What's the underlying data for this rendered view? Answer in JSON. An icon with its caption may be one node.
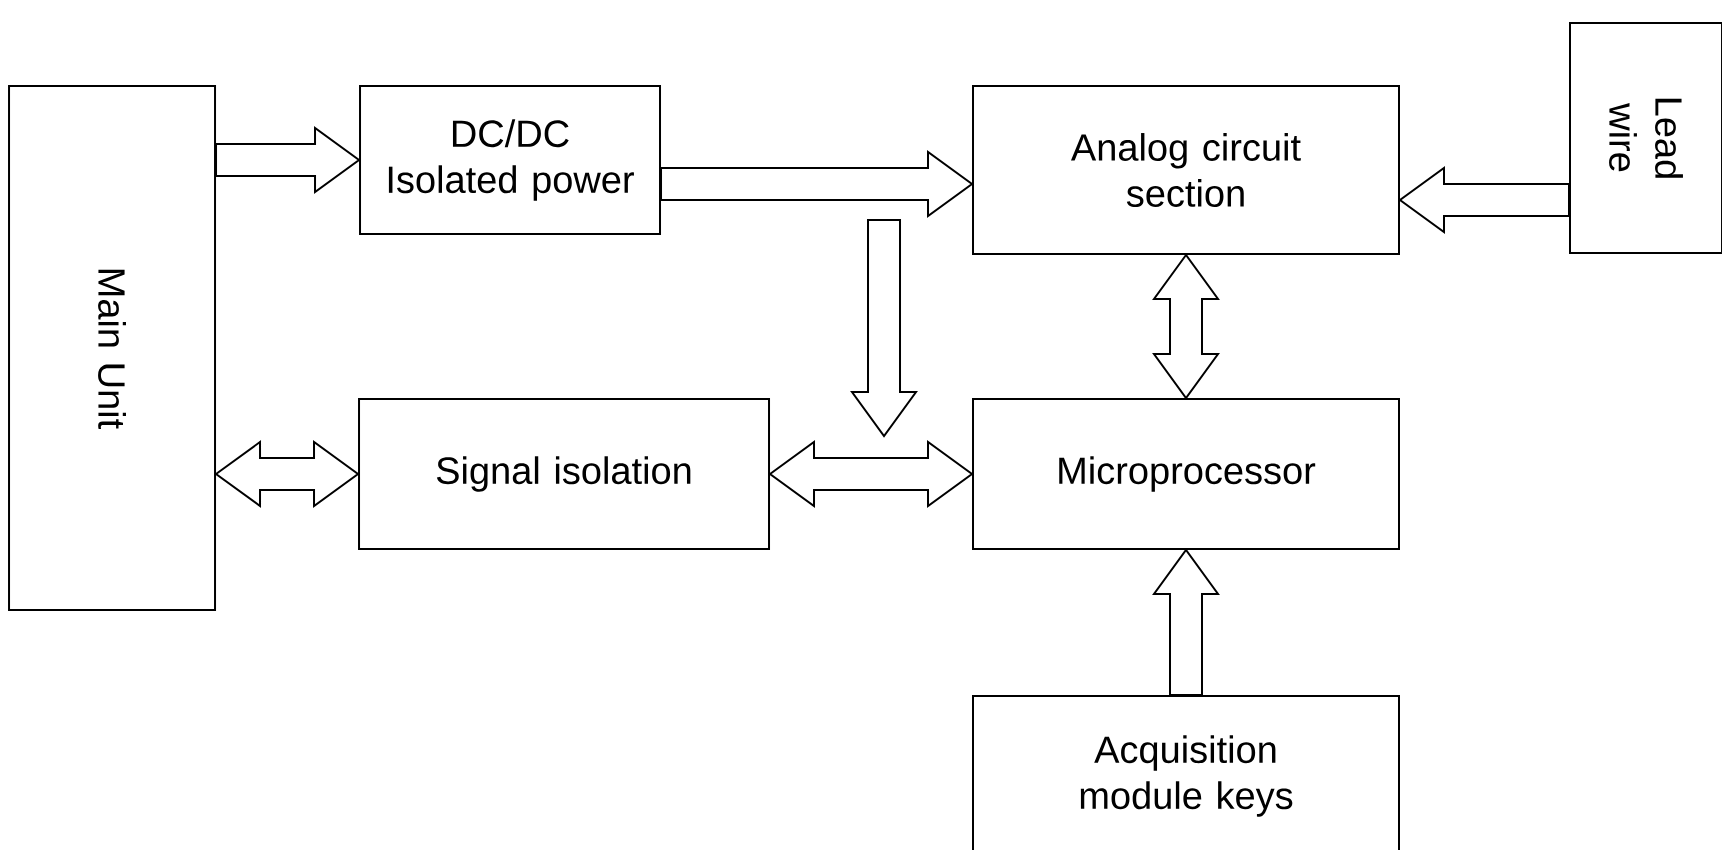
{
  "diagram": {
    "nodes": [
      {
        "text": [
          "Main Unit"
        ]
      },
      {
        "text": [
          "DC/DC Isolated power"
        ]
      },
      {
        "text": [
          "Analog circuit section"
        ]
      },
      {
        "text": [
          "Lead wire"
        ]
      },
      {
        "text": [
          "Signal isolation"
        ]
      },
      {
        "text": [
          "Microprocessor"
        ]
      },
      {
        "text": [
          "Acquisition module keys"
        ]
      }
    ],
    "edges": [
      {
        "from": 0,
        "to": 1,
        "arrow": "to"
      },
      {
        "from": 1,
        "to": 2,
        "arrow": "to"
      },
      {
        "from": 3,
        "to": 2,
        "arrow": "to"
      },
      {
        "from": 2,
        "to": 5,
        "arrow": "both"
      },
      {
        "from": 0,
        "to": 4,
        "arrow": "both"
      },
      {
        "from": 4,
        "to": 5,
        "arrow": "both"
      },
      {
        "from": 6,
        "to": 5,
        "arrow": "to"
      }
    ]
  }
}
